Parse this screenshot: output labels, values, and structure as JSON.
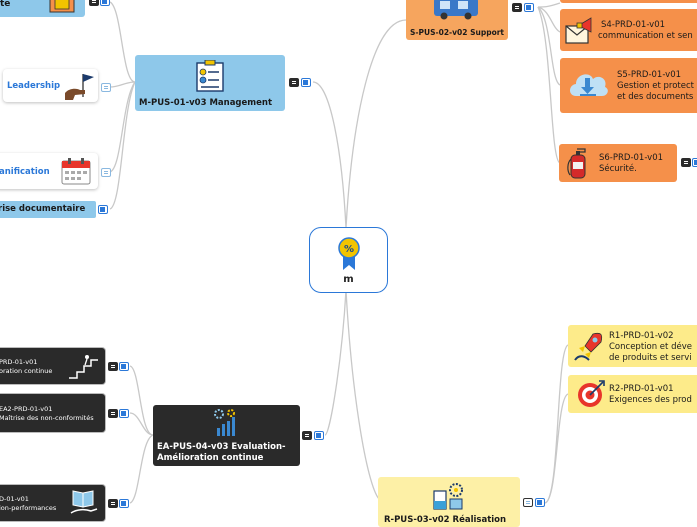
{
  "central": {
    "label": "m"
  },
  "branches": {
    "support": {
      "label": "S-PUS-02-v02 Support"
    },
    "management": {
      "label": "M-PUS-01-v03 Management"
    },
    "evaluation": {
      "label1": "EA-PUS-04-v03 Evaluation-",
      "label2": "Amélioration continue"
    },
    "realisation": {
      "label": "R-PUS-03-v02 Réalisation"
    }
  },
  "management_children": {
    "top_partial": "te",
    "leadership": "Leadership",
    "planification": "anification",
    "maitrise": "rise documentaire"
  },
  "support_children": {
    "s4": {
      "line1": "S4-PRD-01-v01",
      "line2": "communication et sen"
    },
    "s5": {
      "line1": "S5-PRD-01-v01",
      "line2": "Gestion et protect",
      "line3": "et des documents"
    },
    "s6": {
      "line1": "S6-PRD-01-v01",
      "line2": "Sécurité."
    }
  },
  "evaluation_children": {
    "e1": {
      "line1": "PRD-01-v01",
      "line2": "oration continue"
    },
    "e2": {
      "line1": "EA2-PRD-01-v01",
      "line2": "Maîtrise des non-conformités"
    },
    "e3": {
      "line1": "D-01-v01",
      "line2": "ion-performances"
    }
  },
  "realisation_children": {
    "r1": {
      "line1": "R1-PRD-01-v02",
      "line2": "Conception et déve",
      "line3": "de produits et servi"
    },
    "r2": {
      "line1": "R2-PRD-01-v01",
      "line2": "Exigences des prod"
    }
  },
  "colors": {
    "connector": "#c8c8c8",
    "central_border": "#2b78d8",
    "management_fill": "#8ec8ea",
    "management_child_text": "#2b78d8",
    "support_fill": "#f6a55e",
    "support_child_fill": "#f5904a",
    "realisation_fill": "#fdf0a6",
    "realisation_child_fill": "#fdeb8a",
    "evaluation_fill": "#2a2a2a",
    "icon_blue": "#2b78d8"
  },
  "icons": [
    "central-badge-icon",
    "support-truck-icon",
    "management-board-icon",
    "leadership-flag-icon",
    "calendar-icon",
    "target-frame-icon",
    "megaphone-mail-icon",
    "cloud-download-icon",
    "fire-extinguisher-icon",
    "growth-chart-icon",
    "gears-chart-icon",
    "flask-gear-icon",
    "rocket-hand-icon",
    "target-arrow-icon",
    "book-hand-icon",
    "stairs-climb-icon",
    "warning-sign-icon"
  ]
}
